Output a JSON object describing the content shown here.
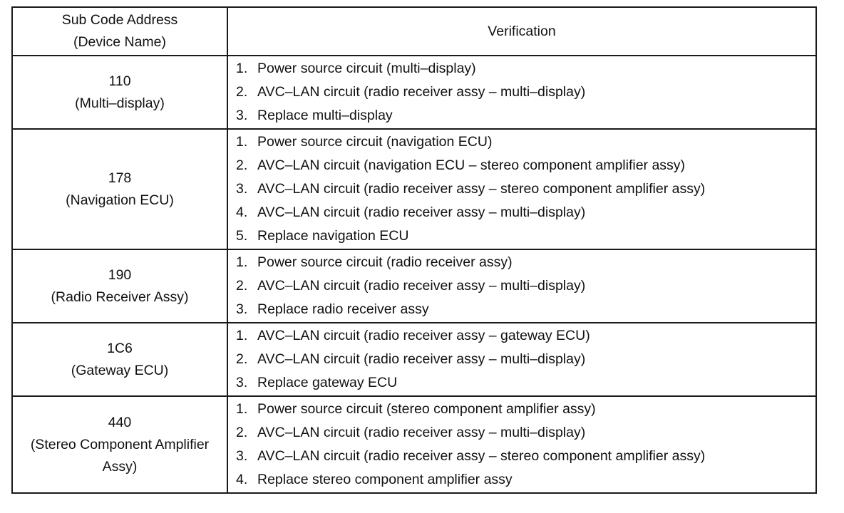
{
  "header": {
    "col1_line1": "Sub Code Address",
    "col1_line2": "(Device Name)",
    "col2": "Verification"
  },
  "rows": [
    {
      "code": "110",
      "device": [
        "(Multi–display)"
      ],
      "steps": [
        {
          "num": "1.",
          "text": "Power source circuit (multi–display)"
        },
        {
          "num": "2.",
          "text": "AVC–LAN circuit (radio receiver assy – multi–display)"
        },
        {
          "num": "3.",
          "text": "Replace multi–display"
        }
      ]
    },
    {
      "code": "178",
      "device": [
        "(Navigation ECU)"
      ],
      "steps": [
        {
          "num": "1.",
          "text": "Power source circuit (navigation ECU)"
        },
        {
          "num": "2.",
          "text": "AVC–LAN circuit (navigation ECU – stereo component amplifier assy)"
        },
        {
          "num": "3.",
          "text": "AVC–LAN circuit (radio receiver assy – stereo component amplifier assy)"
        },
        {
          "num": "4.",
          "text": "AVC–LAN circuit (radio receiver assy – multi–display)"
        },
        {
          "num": "5.",
          "text": "Replace navigation ECU"
        }
      ]
    },
    {
      "code": "190",
      "device": [
        "(Radio Receiver Assy)"
      ],
      "steps": [
        {
          "num": "1.",
          "text": "Power source circuit (radio receiver assy)"
        },
        {
          "num": "2.",
          "text": "AVC–LAN circuit (radio receiver assy – multi–display)"
        },
        {
          "num": "3.",
          "text": "Replace radio receiver assy"
        }
      ]
    },
    {
      "code": "1C6",
      "device": [
        "(Gateway ECU)"
      ],
      "steps": [
        {
          "num": "1.",
          "text": "AVC–LAN circuit (radio receiver assy – gateway ECU)"
        },
        {
          "num": "2.",
          "text": "AVC–LAN circuit (radio receiver assy – multi–display)"
        },
        {
          "num": "3.",
          "text": "Replace gateway ECU"
        }
      ]
    },
    {
      "code": "440",
      "device": [
        "(Stereo Component Amplifier",
        "Assy)"
      ],
      "steps": [
        {
          "num": "1.",
          "text": "Power source circuit (stereo component amplifier assy)"
        },
        {
          "num": "2.",
          "text": "AVC–LAN circuit (radio receiver assy – multi–display)"
        },
        {
          "num": "3.",
          "text": "AVC–LAN circuit (radio receiver assy – stereo component amplifier assy)"
        },
        {
          "num": "4.",
          "text": "Replace stereo component amplifier assy"
        }
      ]
    }
  ]
}
